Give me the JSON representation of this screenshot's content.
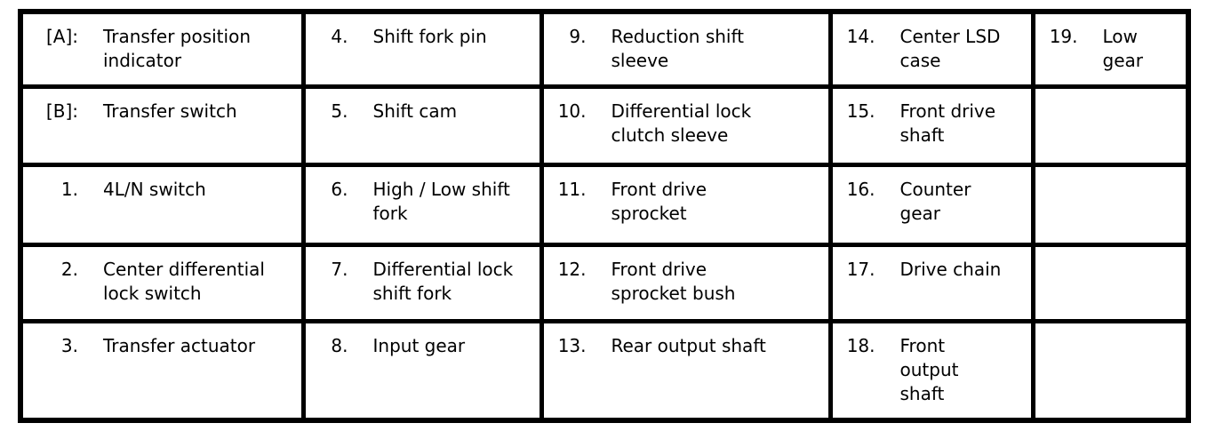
{
  "colors": {
    "background": "#ffffff",
    "border": "#000000",
    "text": "#000000"
  },
  "legend": {
    "rows": [
      {
        "cells": [
          {
            "num": "[A]:",
            "label": "Transfer position\nindicator"
          },
          {
            "num": "4.",
            "label": "Shift fork pin"
          },
          {
            "num": "9.",
            "label": "Reduction shift\nsleeve"
          },
          {
            "num": "14.",
            "label": "Center LSD\ncase"
          },
          {
            "num": "19.",
            "label": "Low\ngear"
          }
        ]
      },
      {
        "cells": [
          {
            "num": "[B]:",
            "label": "Transfer switch"
          },
          {
            "num": "5.",
            "label": "Shift cam"
          },
          {
            "num": "10.",
            "label": "Differential lock\nclutch sleeve"
          },
          {
            "num": "15.",
            "label": "Front drive\nshaft"
          },
          {
            "num": "",
            "label": ""
          }
        ]
      },
      {
        "cells": [
          {
            "num": "1.",
            "label": "4L/N switch"
          },
          {
            "num": "6.",
            "label": "High / Low shift\nfork"
          },
          {
            "num": "11.",
            "label": "Front drive\nsprocket"
          },
          {
            "num": "16.",
            "label": "Counter\ngear"
          },
          {
            "num": "",
            "label": ""
          }
        ]
      },
      {
        "cells": [
          {
            "num": "2.",
            "label": "Center differential\nlock switch"
          },
          {
            "num": "7.",
            "label": "Differential lock\nshift fork"
          },
          {
            "num": "12.",
            "label": "Front drive\nsprocket bush"
          },
          {
            "num": "17.",
            "label": "Drive chain"
          },
          {
            "num": "",
            "label": ""
          }
        ]
      },
      {
        "cells": [
          {
            "num": "3.",
            "label": "Transfer actuator"
          },
          {
            "num": "8.",
            "label": "Input gear"
          },
          {
            "num": "13.",
            "label": "Rear output shaft"
          },
          {
            "num": "18.",
            "label": "Front\noutput\nshaft"
          },
          {
            "num": "",
            "label": ""
          }
        ]
      }
    ]
  }
}
